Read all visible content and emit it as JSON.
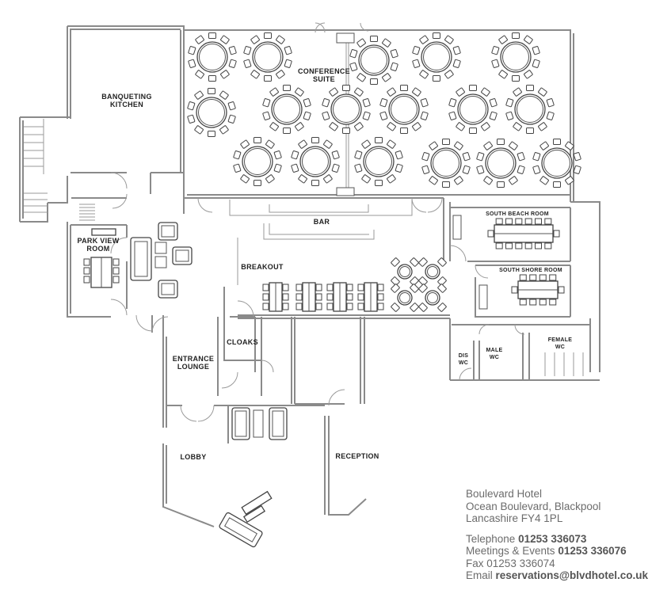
{
  "rooms": {
    "banqueting_kitchen": [
      "BANQUETING",
      "KITCHEN"
    ],
    "conference_suite": [
      "CONFERENCE",
      "SUITE"
    ],
    "park_view_room": [
      "PARK VIEW",
      "ROOM"
    ],
    "bar": "BAR",
    "breakout": "BREAKOUT",
    "south_beach_room": "SOUTH BEACH ROOM",
    "south_shore_room": "SOUTH SHORE ROOM",
    "cloaks": "CLOAKS",
    "entrance_lounge": [
      "ENTRANCE",
      "LOUNGE"
    ],
    "dis_wc": [
      "DIS",
      "WC"
    ],
    "male_wc": [
      "MALE",
      "WC"
    ],
    "female_wc": [
      "FEMALE",
      "WC"
    ],
    "lobby": "LOBBY",
    "reception": "RECEPTION"
  },
  "contact": {
    "name": "Boulevard Hotel",
    "street": "Ocean Boulevard, Blackpool",
    "county": "Lancashire FY4 1PL",
    "telephone_label": "Telephone",
    "telephone": "01253 336073",
    "meetings_label": "Meetings & Events",
    "meetings": "01253 336076",
    "fax_label": "Fax",
    "fax": "01253 336074",
    "email_label": "Email",
    "email": "reservations@blvdhotel.co.uk"
  },
  "colors": {
    "walls": "#8a8a8a",
    "furniture": "#444444",
    "contact_text": "#6c6c6c"
  }
}
